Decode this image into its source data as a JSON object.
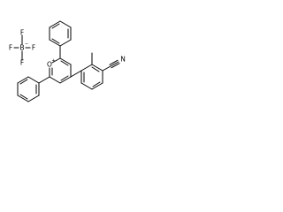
{
  "atoms": {
    "fluorine": "F",
    "boron": "B",
    "oxygen": "O",
    "carbon": "C",
    "nitrogen": "N"
  },
  "charges": {
    "oxygen": "+",
    "boron": "−"
  },
  "colors": {
    "bond": "#000000",
    "background": "#ffffff"
  }
}
